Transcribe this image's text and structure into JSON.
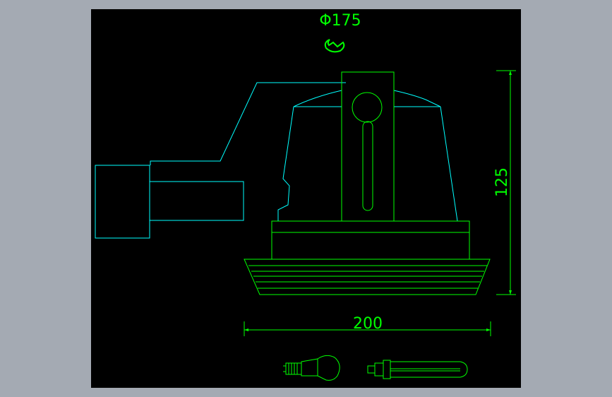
{
  "colors": {
    "background": "#a4aab3",
    "canvas": "#000000",
    "outline": "#00ffff",
    "dimension": "#00ff00"
  },
  "dimensions": {
    "diameter_label": "Φ175",
    "width_label": "200",
    "height_label": "125"
  }
}
